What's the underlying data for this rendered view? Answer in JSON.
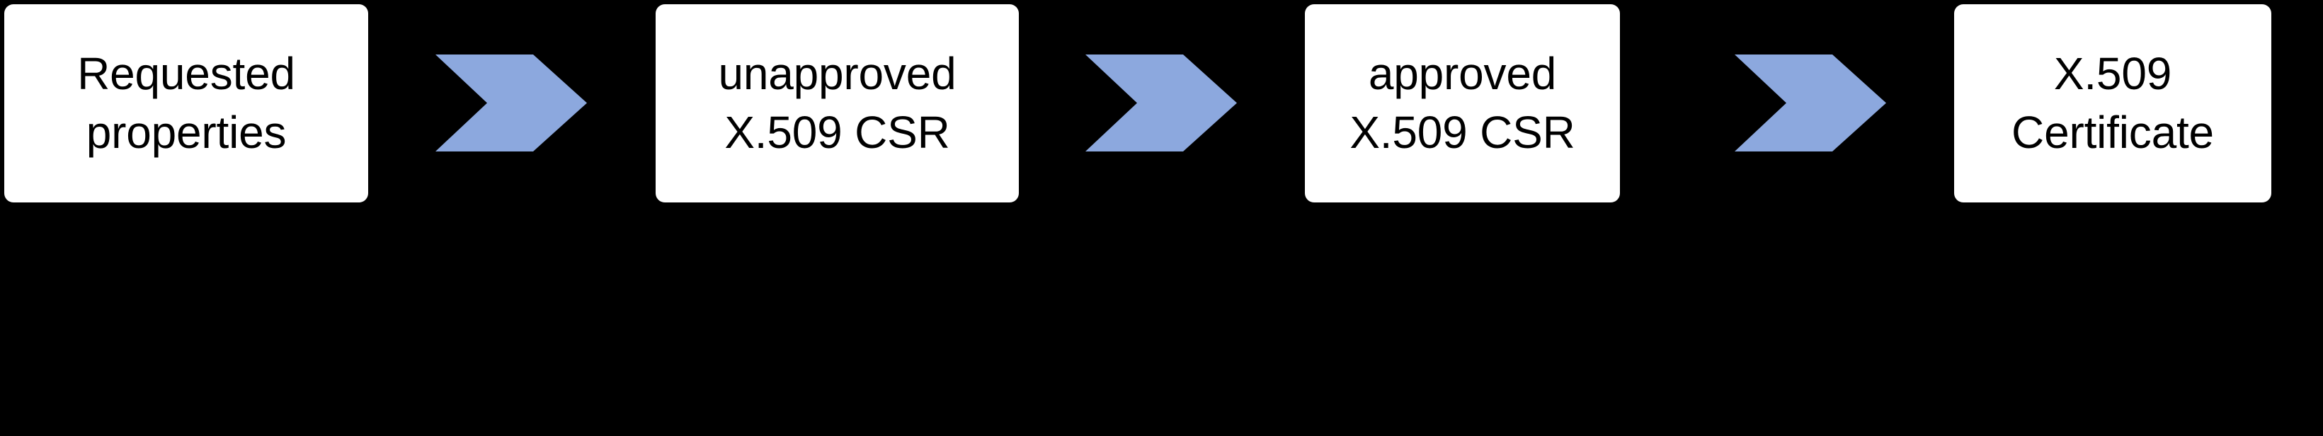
{
  "diagram": {
    "background_color": "#000000",
    "node_fill_color": "#FFFFFF",
    "node_text_color": "#000000",
    "arrow_color": "#8CA8DE",
    "nodes": [
      {
        "id": "requested-properties",
        "line1": "Requested",
        "line2": "properties"
      },
      {
        "id": "unapproved-csr",
        "line1": "unapproved",
        "line2": "X.509 CSR"
      },
      {
        "id": "approved-csr",
        "line1": "approved",
        "line2": "X.509 CSR"
      },
      {
        "id": "x509-certificate",
        "line1": "X.509",
        "line2": "Certificate"
      }
    ],
    "arrows": [
      {
        "id": "arrow-requested-to-unapproved",
        "icon": "chevron-right-icon"
      },
      {
        "id": "arrow-unapproved-to-approved",
        "icon": "chevron-right-icon"
      },
      {
        "id": "arrow-approved-to-certificate",
        "icon": "chevron-right-icon"
      }
    ]
  }
}
